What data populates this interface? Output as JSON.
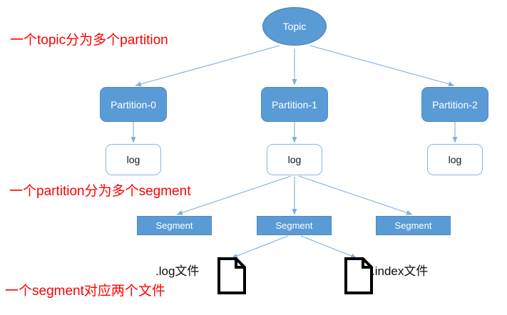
{
  "diagram": {
    "title": "Kafka Topic Partition Segment Structure",
    "colors": {
      "node_fill": "#5B9BD5",
      "node_border": "#4A8AC4",
      "node_text": "#FFFFFF",
      "log_fill": "#FFFFFF",
      "log_border": "#86B8E0",
      "log_text": "#151515",
      "arrow": "#7FAEDC",
      "annotation": "#FE0000",
      "file_outline": "#000000",
      "background": "#FFFFFF"
    },
    "topic": {
      "label": "Topic"
    },
    "partitions": [
      {
        "label": "Partition-0"
      },
      {
        "label": "Partition-1"
      },
      {
        "label": "Partition-2"
      }
    ],
    "logs": [
      {
        "label": "log"
      },
      {
        "label": "log"
      },
      {
        "label": "log"
      }
    ],
    "segments": [
      {
        "label": "Segment"
      },
      {
        "label": "Segment"
      },
      {
        "label": "Segment"
      }
    ],
    "files": [
      {
        "label": ".log文件",
        "icon": "document-icon"
      },
      {
        "label": ".index文件",
        "icon": "document-icon"
      }
    ],
    "annotations": [
      {
        "text": "一个topic分为多个partition"
      },
      {
        "text": "一个partition分为多个segment"
      },
      {
        "text": "一个segment对应两个文件"
      }
    ]
  }
}
